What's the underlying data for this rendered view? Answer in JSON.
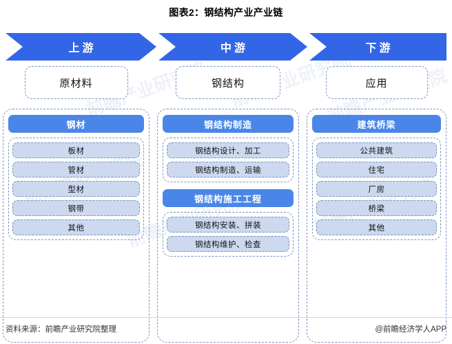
{
  "title": "图表2：钢结构产业产业链",
  "stages": [
    {
      "name": "上游",
      "key": "upstream"
    },
    {
      "name": "中游",
      "key": "midstream"
    },
    {
      "name": "下游",
      "key": "downstream"
    }
  ],
  "columns": {
    "upstream": {
      "header": "原材料",
      "groups": [
        {
          "title": "钢材",
          "items": [
            "板材",
            "管材",
            "型材",
            "钢带",
            "其他"
          ]
        }
      ]
    },
    "midstream": {
      "header": "钢结构",
      "groups": [
        {
          "title": "钢结构制造",
          "items": [
            "钢结构设计、加工",
            "钢结构制造、运输"
          ]
        },
        {
          "title": "钢结构施工工程",
          "items": [
            "钢结构安装、拼装",
            "钢结构维护、检查"
          ]
        }
      ]
    },
    "downstream": {
      "header": "应用",
      "groups": [
        {
          "title": "建筑桥梁",
          "items": [
            "公共建筑",
            "住宅",
            "厂房",
            "桥梁",
            "其他"
          ]
        }
      ]
    }
  },
  "footer": {
    "source": "资料来源：前瞻产业研究院整理",
    "brand": "@前瞻经济学人APP"
  },
  "watermark": "前瞻产业研究院",
  "colors": {
    "banner_blue": "#3366e6",
    "group_blue": "#4a86e8",
    "leaf_fill": "#ccd9ef",
    "dash_border": "#7a94bd"
  }
}
